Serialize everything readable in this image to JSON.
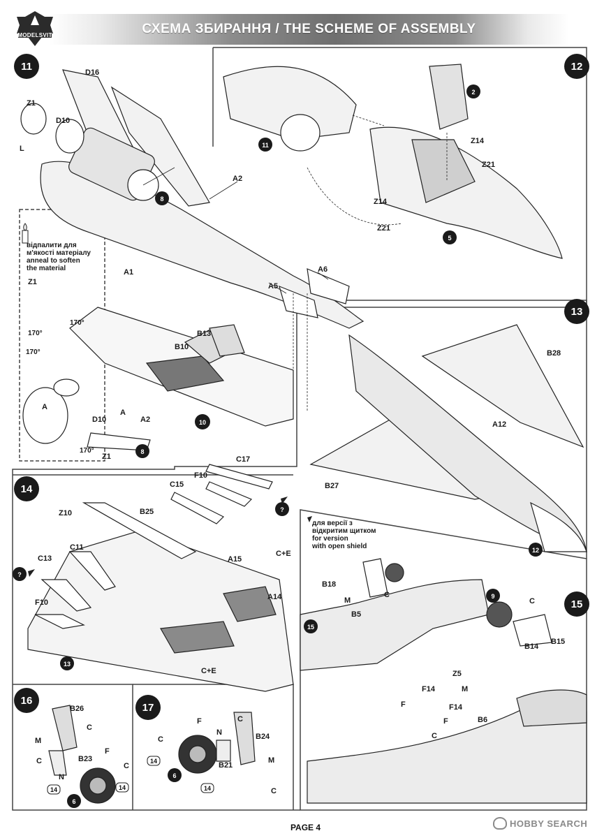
{
  "header": {
    "title": "СХЕМА ЗБИРАННЯ / THE SCHEME OF ASSEMBLY",
    "logo_text": "MODELSVIT"
  },
  "steps": {
    "s11": "11",
    "s12": "12",
    "s13": "13",
    "s14": "14",
    "s15": "15",
    "s16": "16",
    "s17": "17"
  },
  "parts": {
    "D16": "D16",
    "Z1": "Z1",
    "D10": "D10",
    "L": "L",
    "A2": "A2",
    "A1": "A1",
    "A5": "A5",
    "A6": "A6",
    "B13": "B13",
    "B10": "B10",
    "A": "A",
    "Z14": "Z14",
    "Z21": "Z21",
    "B28": "B28",
    "A12": "A12",
    "B27": "B27",
    "C17": "C17",
    "F10": "F10",
    "C15": "C15",
    "Z10": "Z10",
    "B25": "B25",
    "C11": "C11",
    "C13": "C13",
    "A15": "A15",
    "CE": "C+E",
    "A14": "A14",
    "B18": "B18",
    "M": "M",
    "C": "C",
    "B5": "B5",
    "B14": "B14",
    "B15": "B15",
    "Z5": "Z5",
    "F14": "F14",
    "F": "F",
    "B6": "B6",
    "B26": "B26",
    "B23": "B23",
    "N": "N",
    "B24": "B24",
    "B21": "B21"
  },
  "refs": {
    "r8": "8",
    "r10": "10",
    "r2": "2",
    "r5": "5",
    "r11": "11",
    "r12": "12",
    "r13": "13",
    "r15": "15",
    "r9": "9",
    "r6": "6",
    "r14": "14"
  },
  "angles": {
    "a170": "170°"
  },
  "notes": {
    "anneal_ua_1": "відпалити для",
    "anneal_ua_2": "м'якості матеріалу",
    "anneal_en_1": "anneal to soften",
    "anneal_en_2": "the material",
    "version_ua_1": "для версії з",
    "version_ua_2": "відкритим щитком",
    "version_en_1": "for version",
    "version_en_2": "with open shield"
  },
  "footer": {
    "page": "PAGE 4"
  },
  "watermark": {
    "text": "HOBBY SEARCH"
  },
  "colors": {
    "step_circle": "#1a1a1a",
    "band_mid": "#6f6f6f",
    "line": "#222222"
  }
}
